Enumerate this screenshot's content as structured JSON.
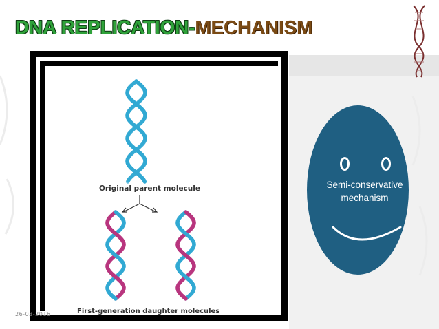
{
  "title": {
    "part1": "DNA REPLICATION-",
    "part2": "MECHANISM"
  },
  "diagram": {
    "parent_label": "Original parent molecule",
    "daughter_label": "First-generation daughter molecules"
  },
  "smiley": {
    "text": "Semi-conservative mechanism"
  },
  "footer": {
    "date": "26-03-2016"
  },
  "colors": {
    "parent_strand": "#31a9d3",
    "new_strand": "#b8357e",
    "smiley_face": "#1f5f82",
    "title_green": "#2fa23a",
    "title_brown": "#7a4a14"
  }
}
